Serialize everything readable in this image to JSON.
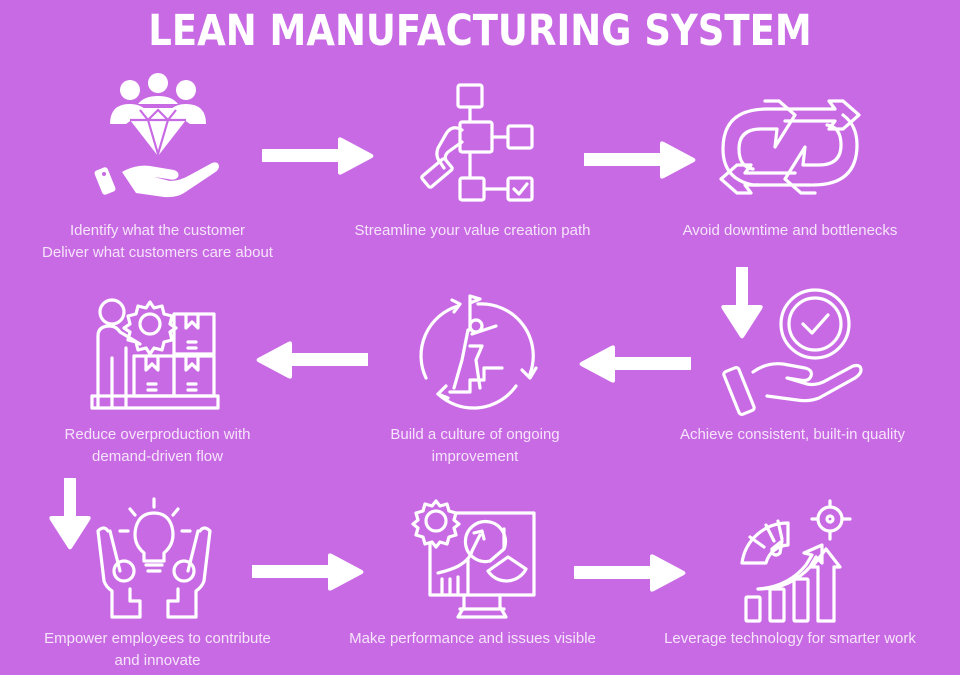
{
  "title": "LEAN MANUFACTURING SYSTEM",
  "colors": {
    "background": "#C86AE4",
    "foreground": "#FFFFFF",
    "caption": "#F6E4FA"
  },
  "steps": [
    {
      "icon": "hand-diamond-customers-icon",
      "lines": [
        "Identify what the customer",
        "Deliver what customers care about"
      ]
    },
    {
      "icon": "hand-flowchart-icon",
      "lines": [
        "Streamline your value creation path"
      ]
    },
    {
      "icon": "continuous-loop-arrows-icon",
      "lines": [
        "Avoid downtime and bottlenecks"
      ]
    },
    {
      "icon": "hand-quality-check-icon",
      "lines": [
        "Achieve consistent, built-in quality"
      ]
    },
    {
      "icon": "climbing-stairs-cycle-icon",
      "lines": [
        "Build a culture of ongoing",
        "improvement"
      ]
    },
    {
      "icon": "worker-gear-boxes-icon",
      "lines": [
        "Reduce overproduction with",
        "demand-driven flow"
      ]
    },
    {
      "icon": "people-lightbulb-icon",
      "lines": [
        "Empower employees to contribute",
        "and innovate"
      ]
    },
    {
      "icon": "monitor-analytics-icon",
      "lines": [
        "Make performance and issues visible"
      ]
    },
    {
      "icon": "speedometer-growth-target-icon",
      "lines": [
        "Leverage technology for smarter work"
      ]
    }
  ],
  "arrows": [
    {
      "from": 1,
      "to": 2,
      "direction": "right"
    },
    {
      "from": 2,
      "to": 3,
      "direction": "right"
    },
    {
      "from": 3,
      "to": 4,
      "direction": "down"
    },
    {
      "from": 4,
      "to": 5,
      "direction": "left"
    },
    {
      "from": 5,
      "to": 6,
      "direction": "left"
    },
    {
      "from": 6,
      "to": 7,
      "direction": "down"
    },
    {
      "from": 7,
      "to": 8,
      "direction": "right"
    },
    {
      "from": 8,
      "to": 9,
      "direction": "right"
    }
  ]
}
